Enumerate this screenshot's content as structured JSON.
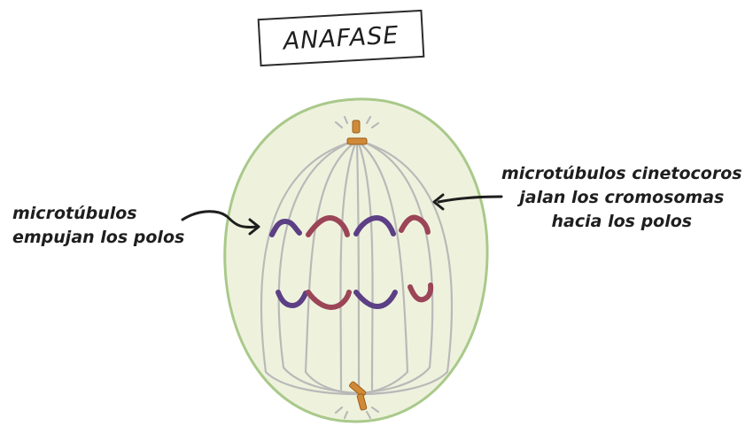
{
  "title": "ANAFASE",
  "labels": {
    "left": [
      "microtúbulos",
      "empujan los polos"
    ],
    "right": [
      "microtúbulos cinetocoros",
      "jalan los cromosomas",
      "hacia los polos"
    ]
  },
  "colors": {
    "cell_fill": "#eef2dd",
    "cell_stroke": "#a9c98a",
    "microtubule": "#b9b9b9",
    "centrosome": "#d08a37",
    "chromosome_purple": "#5c3f85",
    "chromosome_red": "#9b4557",
    "ink": "#1e1e1e"
  }
}
